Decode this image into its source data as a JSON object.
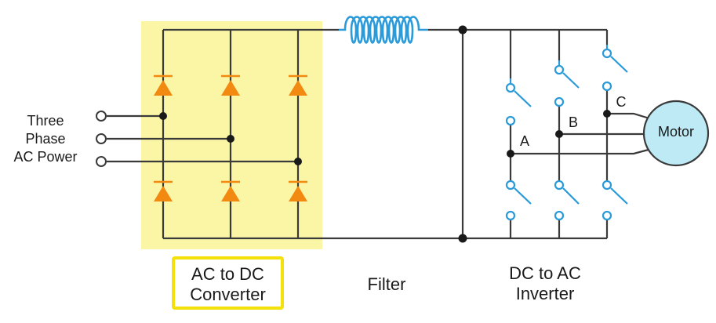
{
  "input": {
    "label_lines": [
      "Three",
      "Phase",
      "AC Power"
    ]
  },
  "converter": {
    "label_lines": [
      "AC to DC",
      "Converter"
    ],
    "highlight_color": "#fbf6a6",
    "frame_color": "#f4e00a"
  },
  "filter": {
    "label": "Filter"
  },
  "inverter": {
    "label_lines": [
      "DC to AC",
      "Inverter"
    ],
    "phase_labels": [
      "A",
      "B",
      "C"
    ]
  },
  "motor": {
    "label": "Motor",
    "fill_color": "#bdeaf4"
  },
  "colors": {
    "wire": "#3a3a3a",
    "diode": "#f28a12",
    "inductor": "#2a9ad8",
    "switch": "#2a9ad8"
  }
}
